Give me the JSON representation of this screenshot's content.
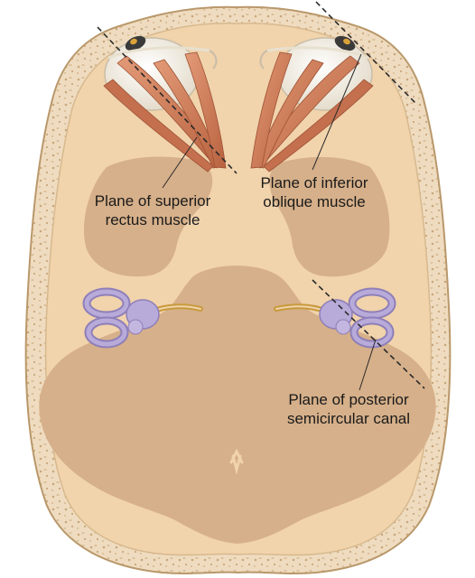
{
  "labels": {
    "superior_rectus": {
      "line1": "Plane of superior",
      "line2": "rectus muscle"
    },
    "inferior_oblique": {
      "line1": "Plane of inferior",
      "line2": "oblique muscle"
    },
    "posterior_canal": {
      "line1": "Plane of posterior",
      "line2": "semicircular canal"
    }
  },
  "colors": {
    "skull_bone": "#efdcc0",
    "skull_edge": "#b9986b",
    "brain_fill": "#f1d3ac",
    "fossa_fill": "#d6b08a",
    "muscle": "#cf7d5b",
    "globe": "#f5efe2",
    "ear_labyrinth": "#a496c8",
    "ear_nerve": "#c89a3c",
    "plane_line": "#2a2a2a"
  }
}
